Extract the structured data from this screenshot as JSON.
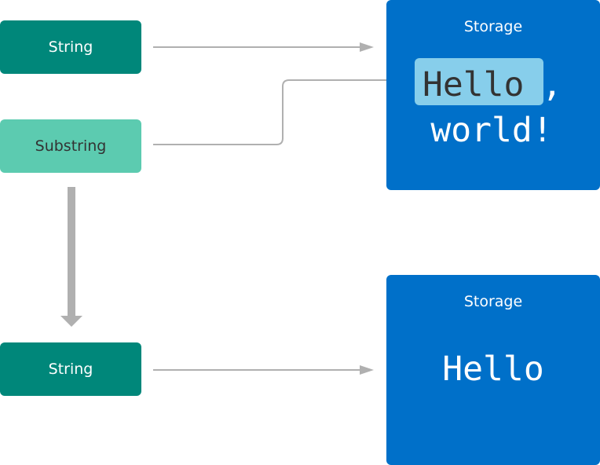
{
  "colors": {
    "string": "#00877a",
    "substring": "#5ccbb0",
    "storage": "#0070c9",
    "highlight": "#87ceeb",
    "arrow": "#b0b0b0"
  },
  "nodes": {
    "string_top": "String",
    "substring": "Substring",
    "string_bottom": "String"
  },
  "storage_top": {
    "title": "Storage",
    "highlighted": "Hello",
    "rest_line1": ",",
    "line2": "world!"
  },
  "storage_bottom": {
    "title": "Storage",
    "text": "Hello"
  }
}
